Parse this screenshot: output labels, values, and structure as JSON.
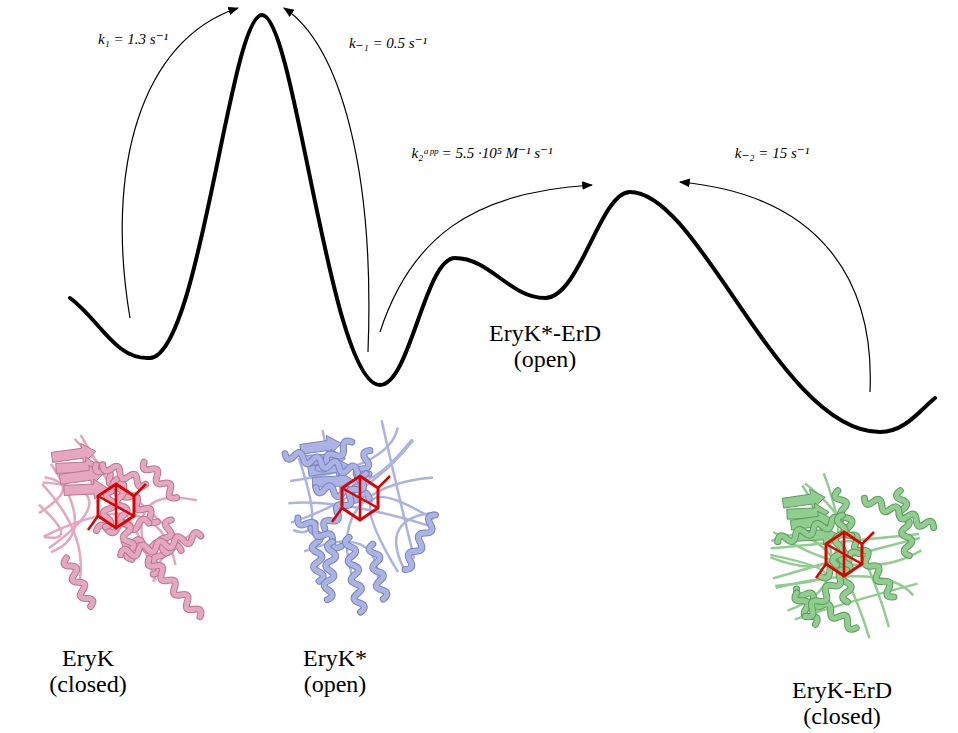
{
  "diagram": {
    "labels": [
      "k₁ = 1.3 s⁻¹",
      "k₋₁ = 0.5 s⁻¹",
      "k₂ᵃᵖᵖ = 5.5 ·10⁵ M⁻¹ s⁻¹",
      "k₋₂ = 15 s⁻¹",
      "EryK*-ErD (open)",
      "EryK (closed)",
      "EryK* (open)",
      "EryK-ErD (closed)"
    ]
  }
}
